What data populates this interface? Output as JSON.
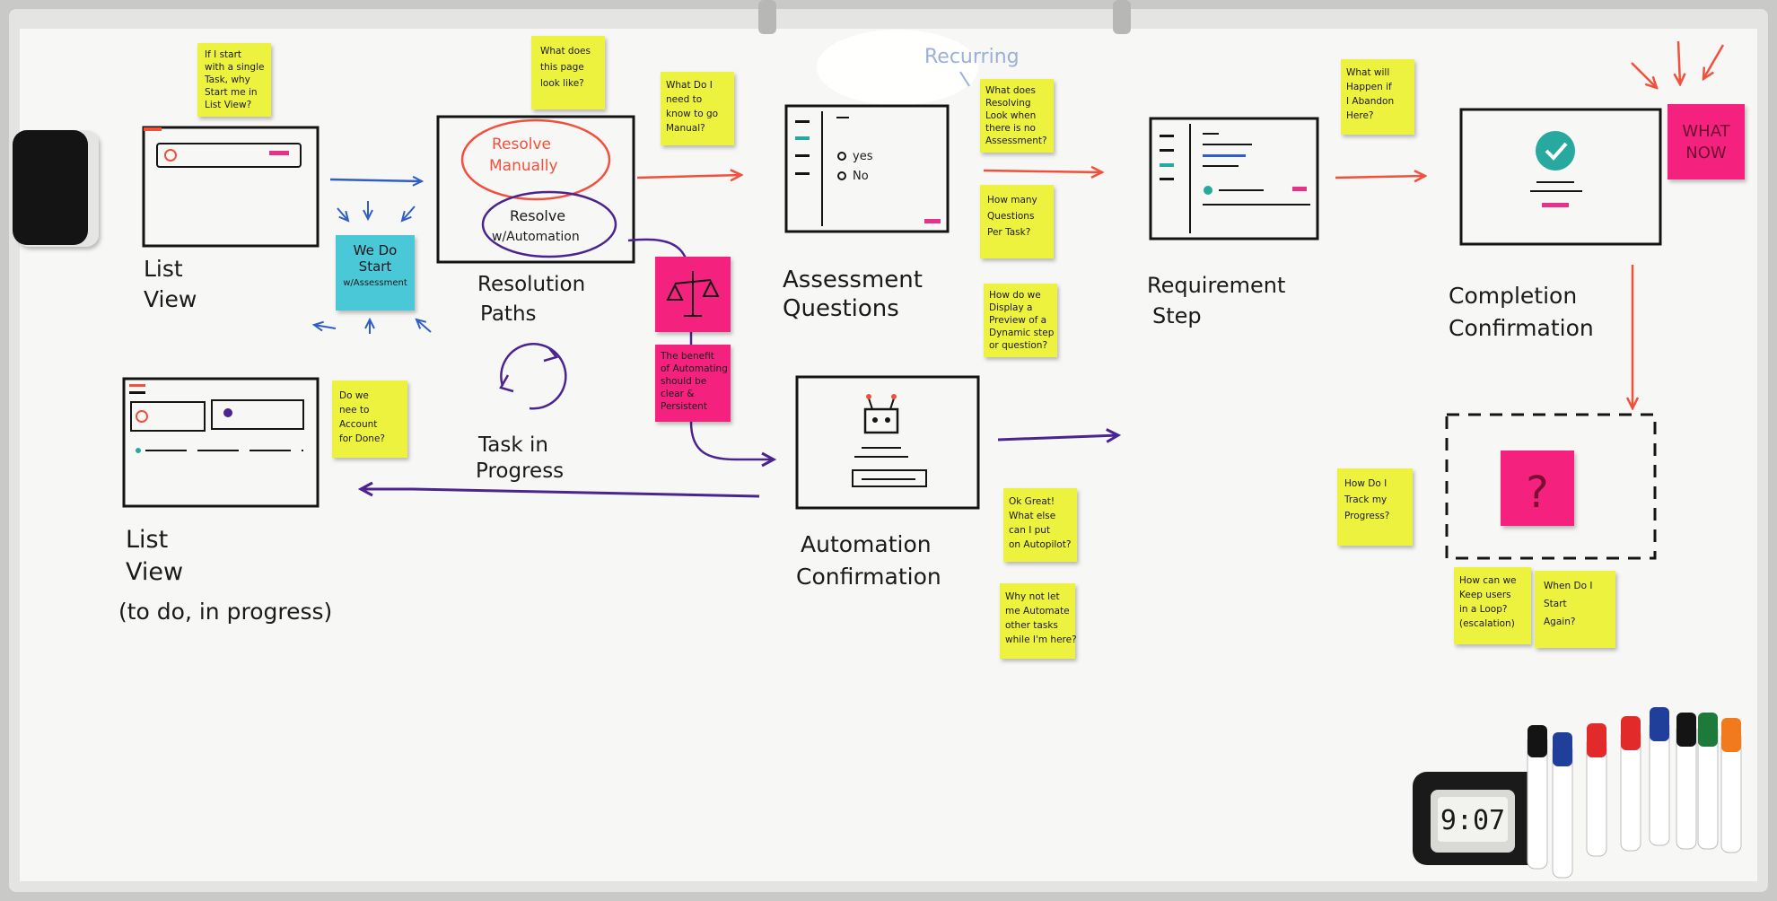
{
  "board": {
    "screen_labels": {
      "list_view": [
        "List",
        "View"
      ],
      "resolution_paths": [
        "Resolution",
        "Paths"
      ],
      "assessment_questions": [
        "Assessment",
        "Questions"
      ],
      "requirement_step": [
        "Requirement",
        "Step"
      ],
      "completion_confirmation": [
        "Completion",
        "Confirmation"
      ],
      "list_view_2": [
        "List",
        "View",
        "(to do, in progress)"
      ],
      "task_in_progress": [
        "Task in",
        "Progress"
      ],
      "automation_confirmation": [
        "Automation",
        "Confirmation"
      ]
    },
    "resolution_options": {
      "manual": [
        "Resolve",
        "Manually"
      ],
      "automation": [
        "Resolve",
        "w/Automation"
      ]
    },
    "assessment_options": [
      "yes",
      "No"
    ],
    "recurring_label": "Recurring",
    "what_now": [
      "WHAT",
      "NOW"
    ],
    "question_mark": "?",
    "clock_time": "9:07",
    "stickies": {
      "s1": [
        "If I start",
        "with a single",
        "Task, why",
        "Start me in",
        "List View?"
      ],
      "s2": [
        "We Do",
        "Start",
        "w/Assessment"
      ],
      "s3": [
        "What does",
        "this page",
        "look like?"
      ],
      "s4": [
        "What Do I",
        "need to",
        "know to go",
        "Manual?"
      ],
      "s5": [
        "The benefit",
        "of Automating",
        "should be",
        "clear &",
        "Persistent"
      ],
      "s6": [
        "What does",
        "Resolving",
        "Look when",
        "there is no",
        "Assessment?"
      ],
      "s7": [
        "How many",
        "Questions",
        "Per Task?"
      ],
      "s8": [
        "How do we",
        "Display a",
        "Preview of a",
        "Dynamic step",
        "or question?"
      ],
      "s9": [
        "What will",
        "Happen if",
        "I Abandon",
        "Here?"
      ],
      "s10": [
        "Do we",
        "nee to",
        "Account",
        "for Done?"
      ],
      "s11": [
        "Ok Great!",
        "What else",
        "can I put",
        "on Autopilot?"
      ],
      "s12": [
        "Why not let",
        "me Automate",
        "other tasks",
        "while I'm here?"
      ],
      "s13": [
        "How Do I",
        "Track my",
        "Progress?"
      ],
      "s14": [
        "How can we",
        "Keep users",
        "in a Loop?",
        "(escalation)"
      ],
      "s15": [
        "When Do I",
        "Start",
        "Again?"
      ]
    }
  },
  "colors": {
    "board": "#f7f7f5",
    "frame": "#c9cac8",
    "sticky_yellow": "#ecf23e",
    "sticky_blue": "#4cc8d8",
    "sticky_pink": "#f4237e",
    "marker_black": "#141414",
    "marker_red": "#f2503c",
    "marker_purple": "#4b2490",
    "marker_blue": "#2f5fc4",
    "teal": "#27a9a0"
  }
}
